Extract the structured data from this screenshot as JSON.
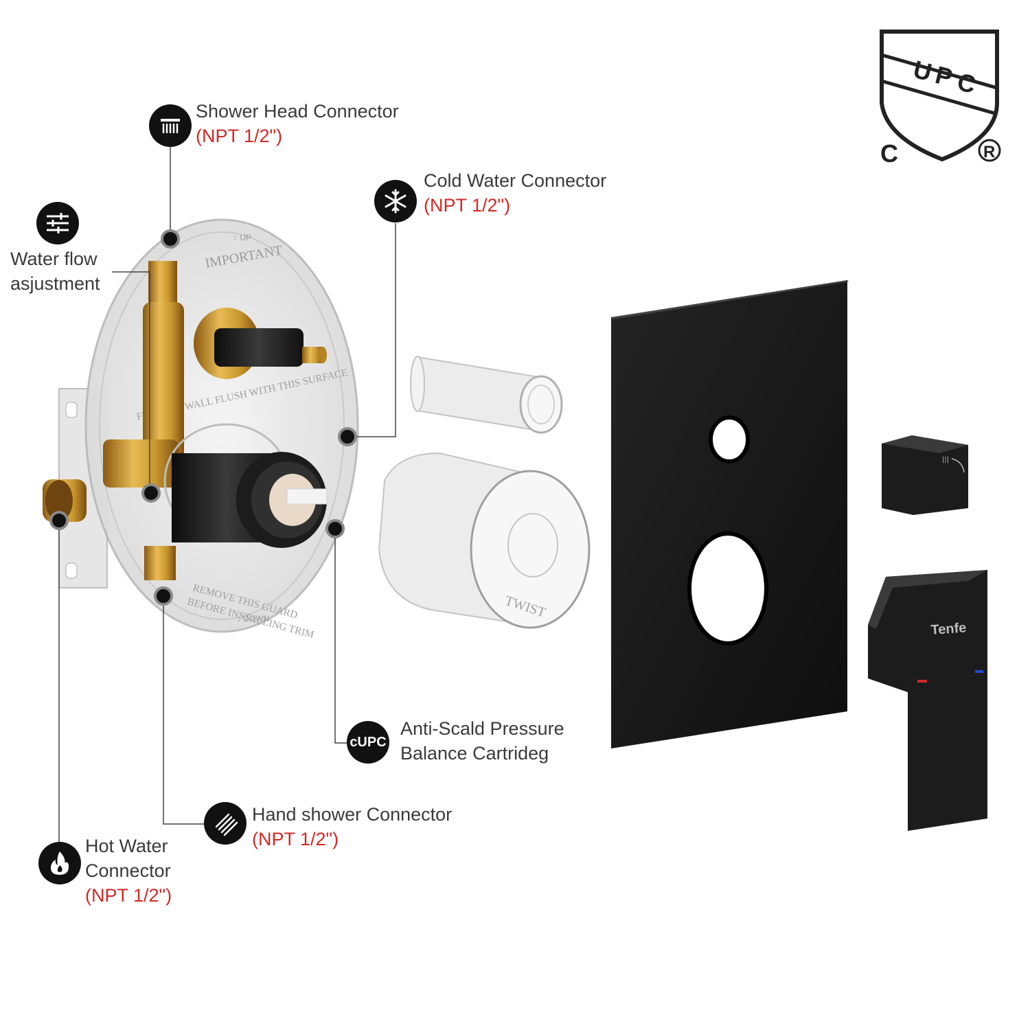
{
  "certification": {
    "mark_text": "UPC",
    "left_letter": "C",
    "registered": "®"
  },
  "callouts": {
    "shower_head": {
      "title": "Shower Head Connector",
      "spec": "(NPT 1/2\")",
      "icon": "shower-head-icon"
    },
    "water_flow": {
      "line1": "Water flow",
      "line2": "asjustment",
      "icon": "sliders-icon"
    },
    "cold_water": {
      "title": "Cold Water Connector",
      "spec": "(NPT 1/2\")",
      "icon": "snowflake-icon"
    },
    "cartridge": {
      "line1": "Anti-Scald Pressure",
      "line2": "Balance Cartrideg",
      "icon_text": "cUPC"
    },
    "hand_shower": {
      "title": "Hand shower Connector",
      "spec": "(NPT 1/2\")",
      "icon": "hand-shower-icon"
    },
    "hot_water": {
      "line1": "Hot Water",
      "line2": "Connector",
      "spec": "(NPT 1/2\")",
      "icon": "flame-icon"
    }
  },
  "product": {
    "valve_plate_text": {
      "top": "IMPORTANT",
      "up": "UP",
      "flush": "FINISHED WALL FLUSH WITH THIS SURFACE",
      "remove": "REMOVE THIS GUARD",
      "before": "BEFORE INSTALLING TRIM",
      "down": "DOWN"
    },
    "guard_text": "TWIST",
    "handle_brand": "Tenfe"
  },
  "colors": {
    "brass": "#c9962e",
    "matte_black": "#1b1b1b",
    "spec_red": "#d12a26",
    "label_gray": "#3a3a3a"
  }
}
